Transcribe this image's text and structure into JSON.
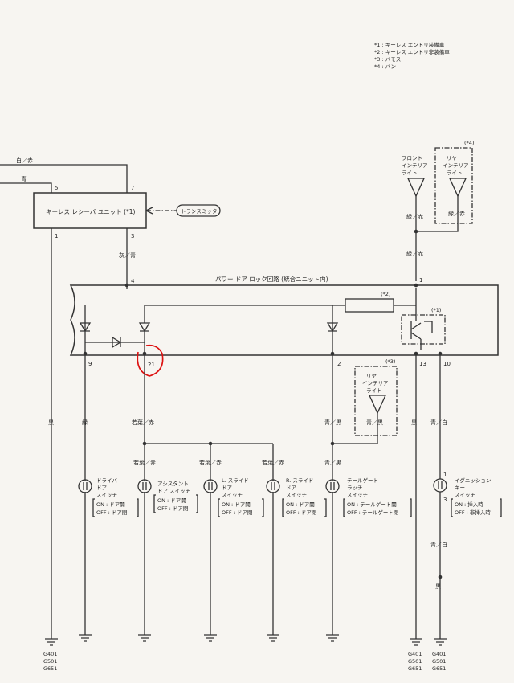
{
  "notes": [
    "*1 : キーレス エントリ装備車",
    "*2 : キーレス エントリ非装備車",
    "*3 : バモス",
    "*4 : バン"
  ],
  "receiver_unit": {
    "label": "キーレス レシーバ ユニット (*1)"
  },
  "transmitter": {
    "label": "トランスミッタ"
  },
  "power_door_lock": {
    "label": "パワー ドア ロック回路 (統合ユニット内)"
  },
  "lights": {
    "front_interior": [
      "フロント",
      "インテリア",
      "ライト"
    ],
    "rear_interior_van": [
      "リヤ",
      "インテリア",
      "ライト"
    ],
    "rear_interior_vamos": [
      "リヤ",
      "インテリア",
      "ライト"
    ],
    "van_mark": "(*4)",
    "vamos_mark": "(*3)"
  },
  "wires": {
    "white_red": "白／赤",
    "blue": "青",
    "gray_blue": "灰／青",
    "green_red": "緑／赤",
    "green": "緑",
    "black": "黒",
    "lgreen_red": "若葉／赤",
    "blue_black": "青／黒",
    "blue_white": "青／白"
  },
  "pins": [
    "5",
    "7",
    "1",
    "3",
    "4",
    "1",
    "9",
    "21",
    "2",
    "13",
    "10",
    "1",
    "3"
  ],
  "marks": {
    "m1": "(*1)",
    "m2": "(*2)"
  },
  "switches": {
    "driver": {
      "name": [
        "ドライバ",
        "ドア",
        "スイッチ"
      ],
      "on": "ON : ドア開",
      "off": "OFF : ドア閉"
    },
    "assistant": {
      "name": [
        "アシスタント",
        "ドア スイッチ"
      ],
      "on": "ON : ドア開",
      "off": "OFF : ドア閉"
    },
    "l_slide": {
      "name": [
        "L. スライド",
        "ドア",
        "スイッチ"
      ],
      "on": "ON : ドア開",
      "off": "OFF : ドア閉"
    },
    "r_slide": {
      "name": [
        "R. スライド",
        "ドア",
        "スイッチ"
      ],
      "on": "ON : ドア開",
      "off": "OFF : ドア閉"
    },
    "tailgate": {
      "name": [
        "テールゲート",
        "ラッチ",
        "スイッチ"
      ],
      "on": "ON : テールゲート開",
      "off": "OFF : テールゲート閉"
    },
    "ignition": {
      "name": [
        "イグニッション",
        "キー",
        "スイッチ"
      ],
      "on": "ON : 挿入時",
      "off": "OFF : 非挿入時"
    }
  },
  "grounds": [
    "G401",
    "G501",
    "G651"
  ]
}
